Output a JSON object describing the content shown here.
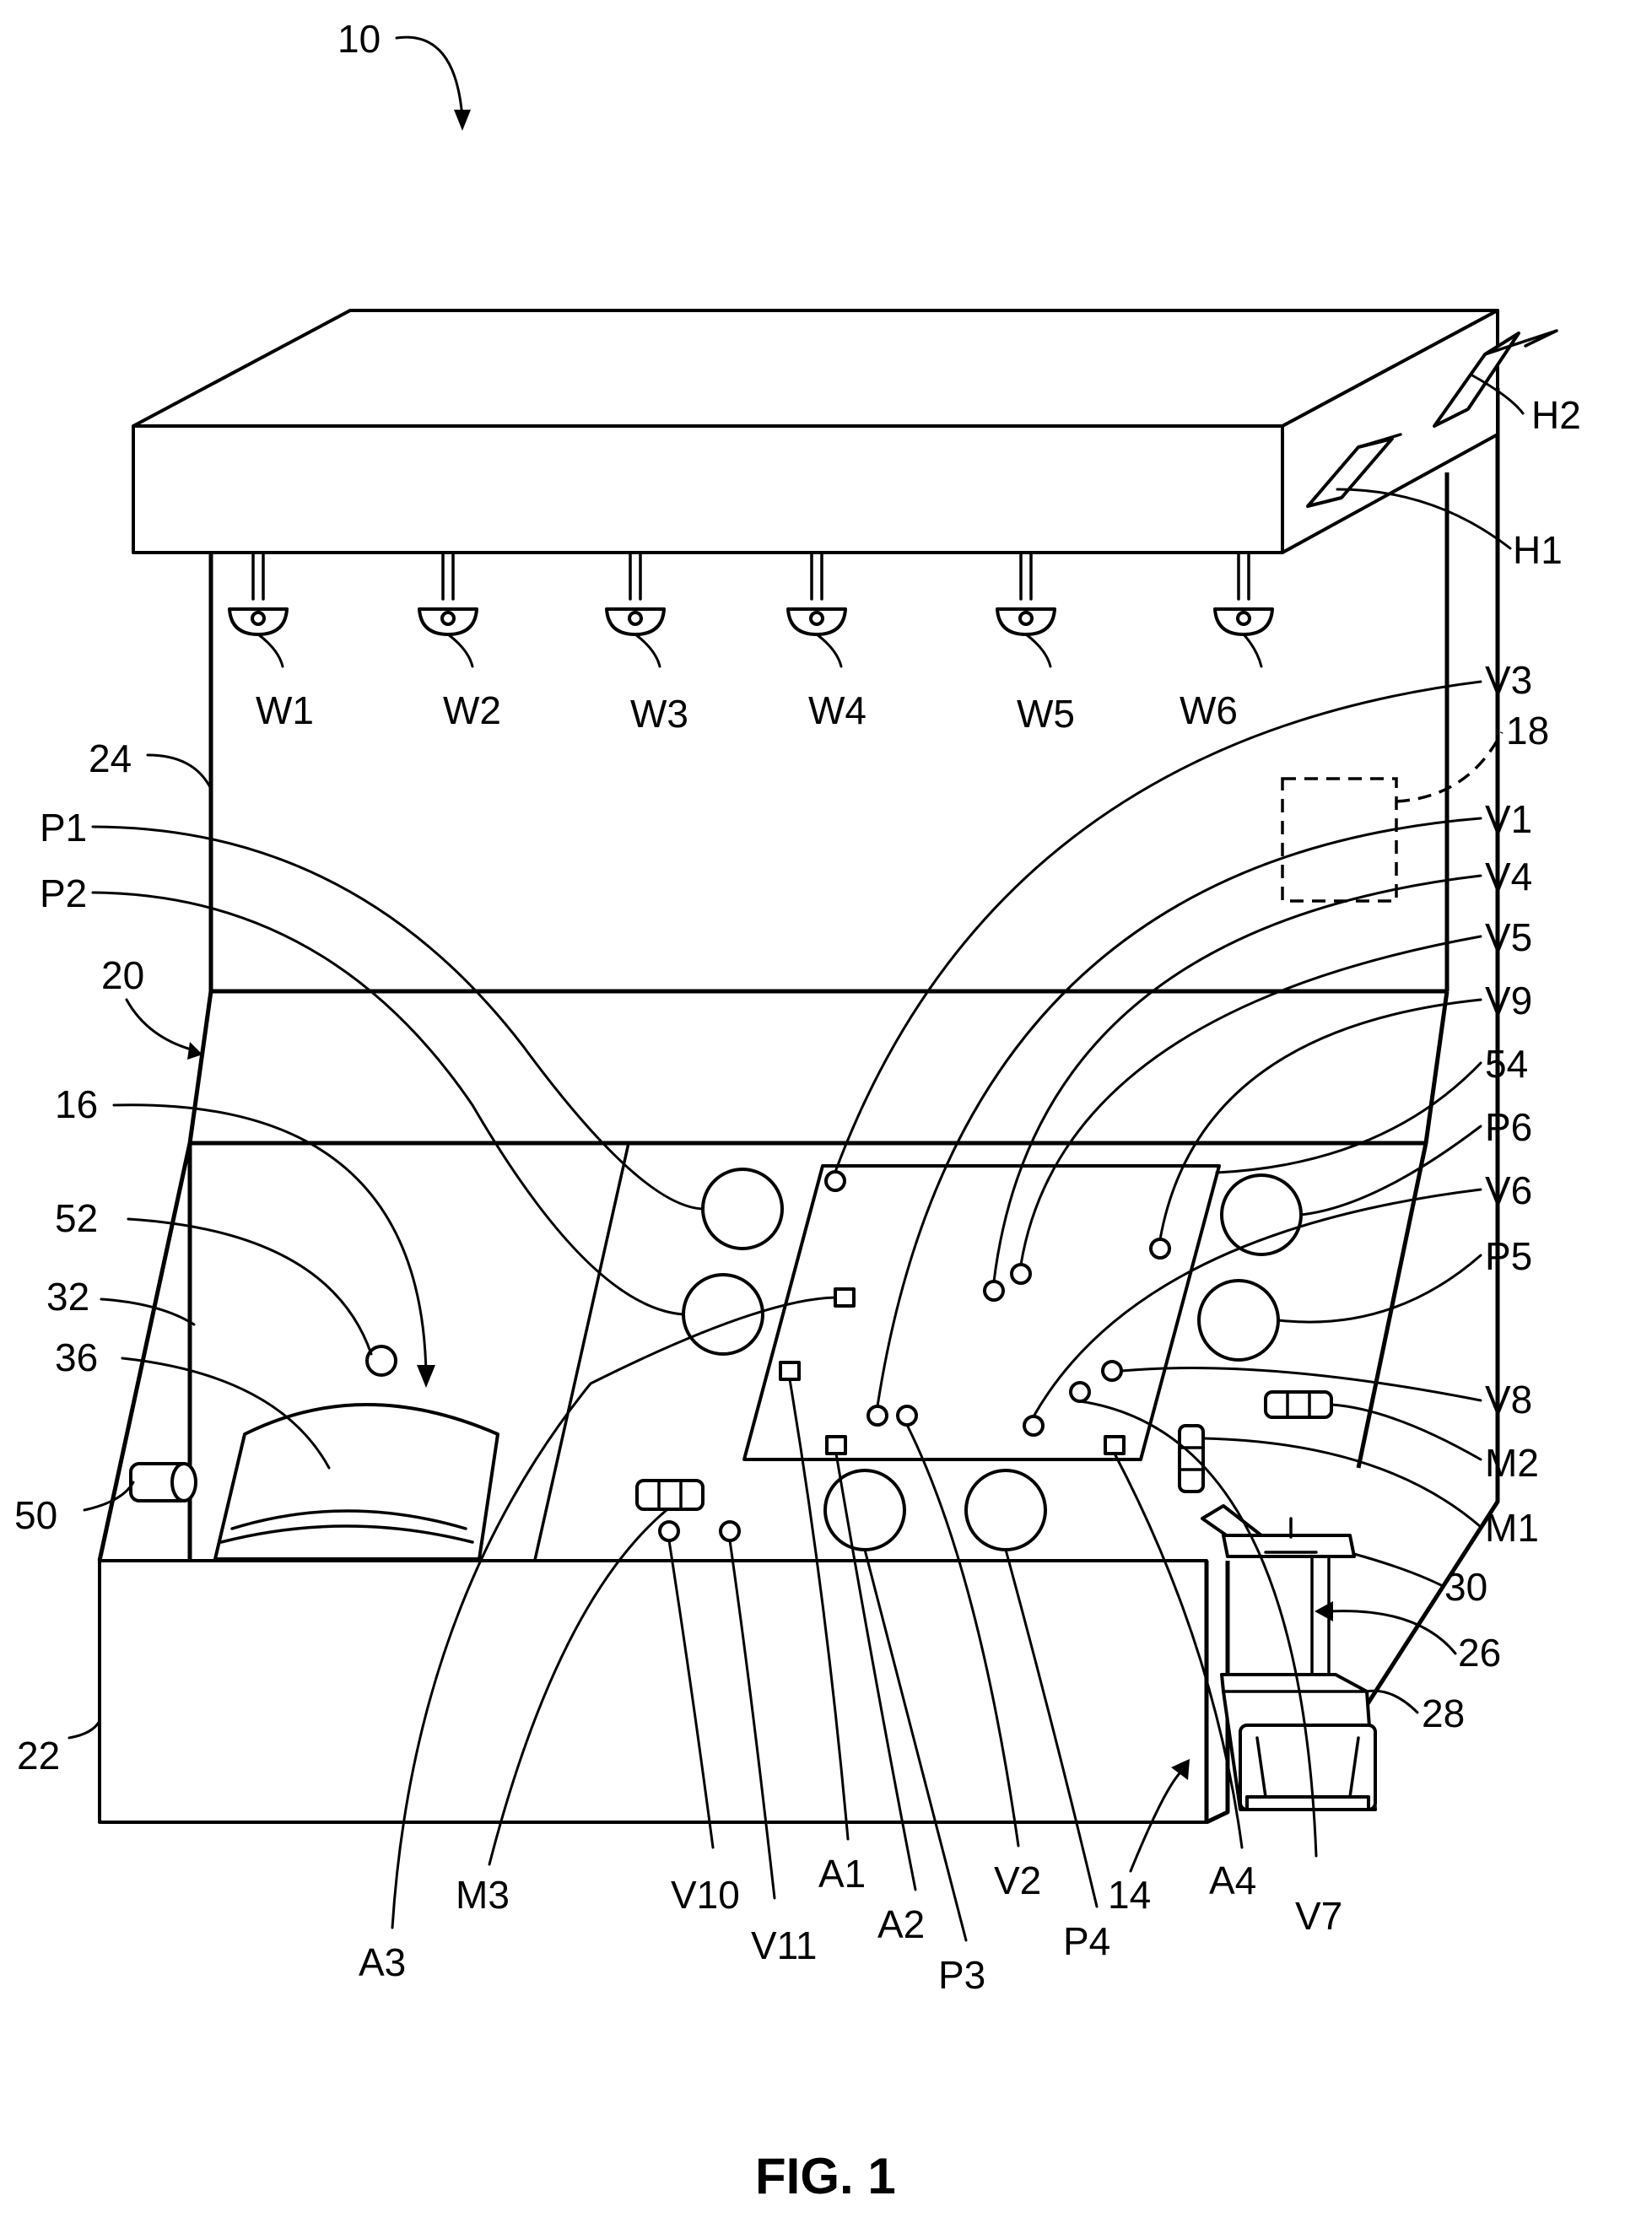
{
  "figure": {
    "caption": "FIG. 1",
    "labels": {
      "ref_10": "10",
      "H1": "H1",
      "H2": "H2",
      "W1": "W1",
      "W2": "W2",
      "W3": "W3",
      "W4": "W4",
      "W5": "W5",
      "W6": "W6",
      "ref_24": "24",
      "ref_18": "18",
      "ref_20": "20",
      "ref_16": "16",
      "ref_52": "52",
      "ref_32": "32",
      "ref_36": "36",
      "ref_50": "50",
      "ref_22": "22",
      "ref_54": "54",
      "ref_30": "30",
      "ref_26": "26",
      "ref_28": "28",
      "ref_14": "14",
      "P1": "P1",
      "P2": "P2",
      "P3": "P3",
      "P4": "P4",
      "P5": "P5",
      "P6": "P6",
      "V1": "V1",
      "V2": "V2",
      "V3": "V3",
      "V4": "V4",
      "V5": "V5",
      "V6": "V6",
      "V7": "V7",
      "V8": "V8",
      "V9": "V9",
      "V10": "V10",
      "V11": "V11",
      "M1": "M1",
      "M2": "M2",
      "M3": "M3",
      "A1": "A1",
      "A2": "A2",
      "A3": "A3",
      "A4": "A4"
    }
  }
}
